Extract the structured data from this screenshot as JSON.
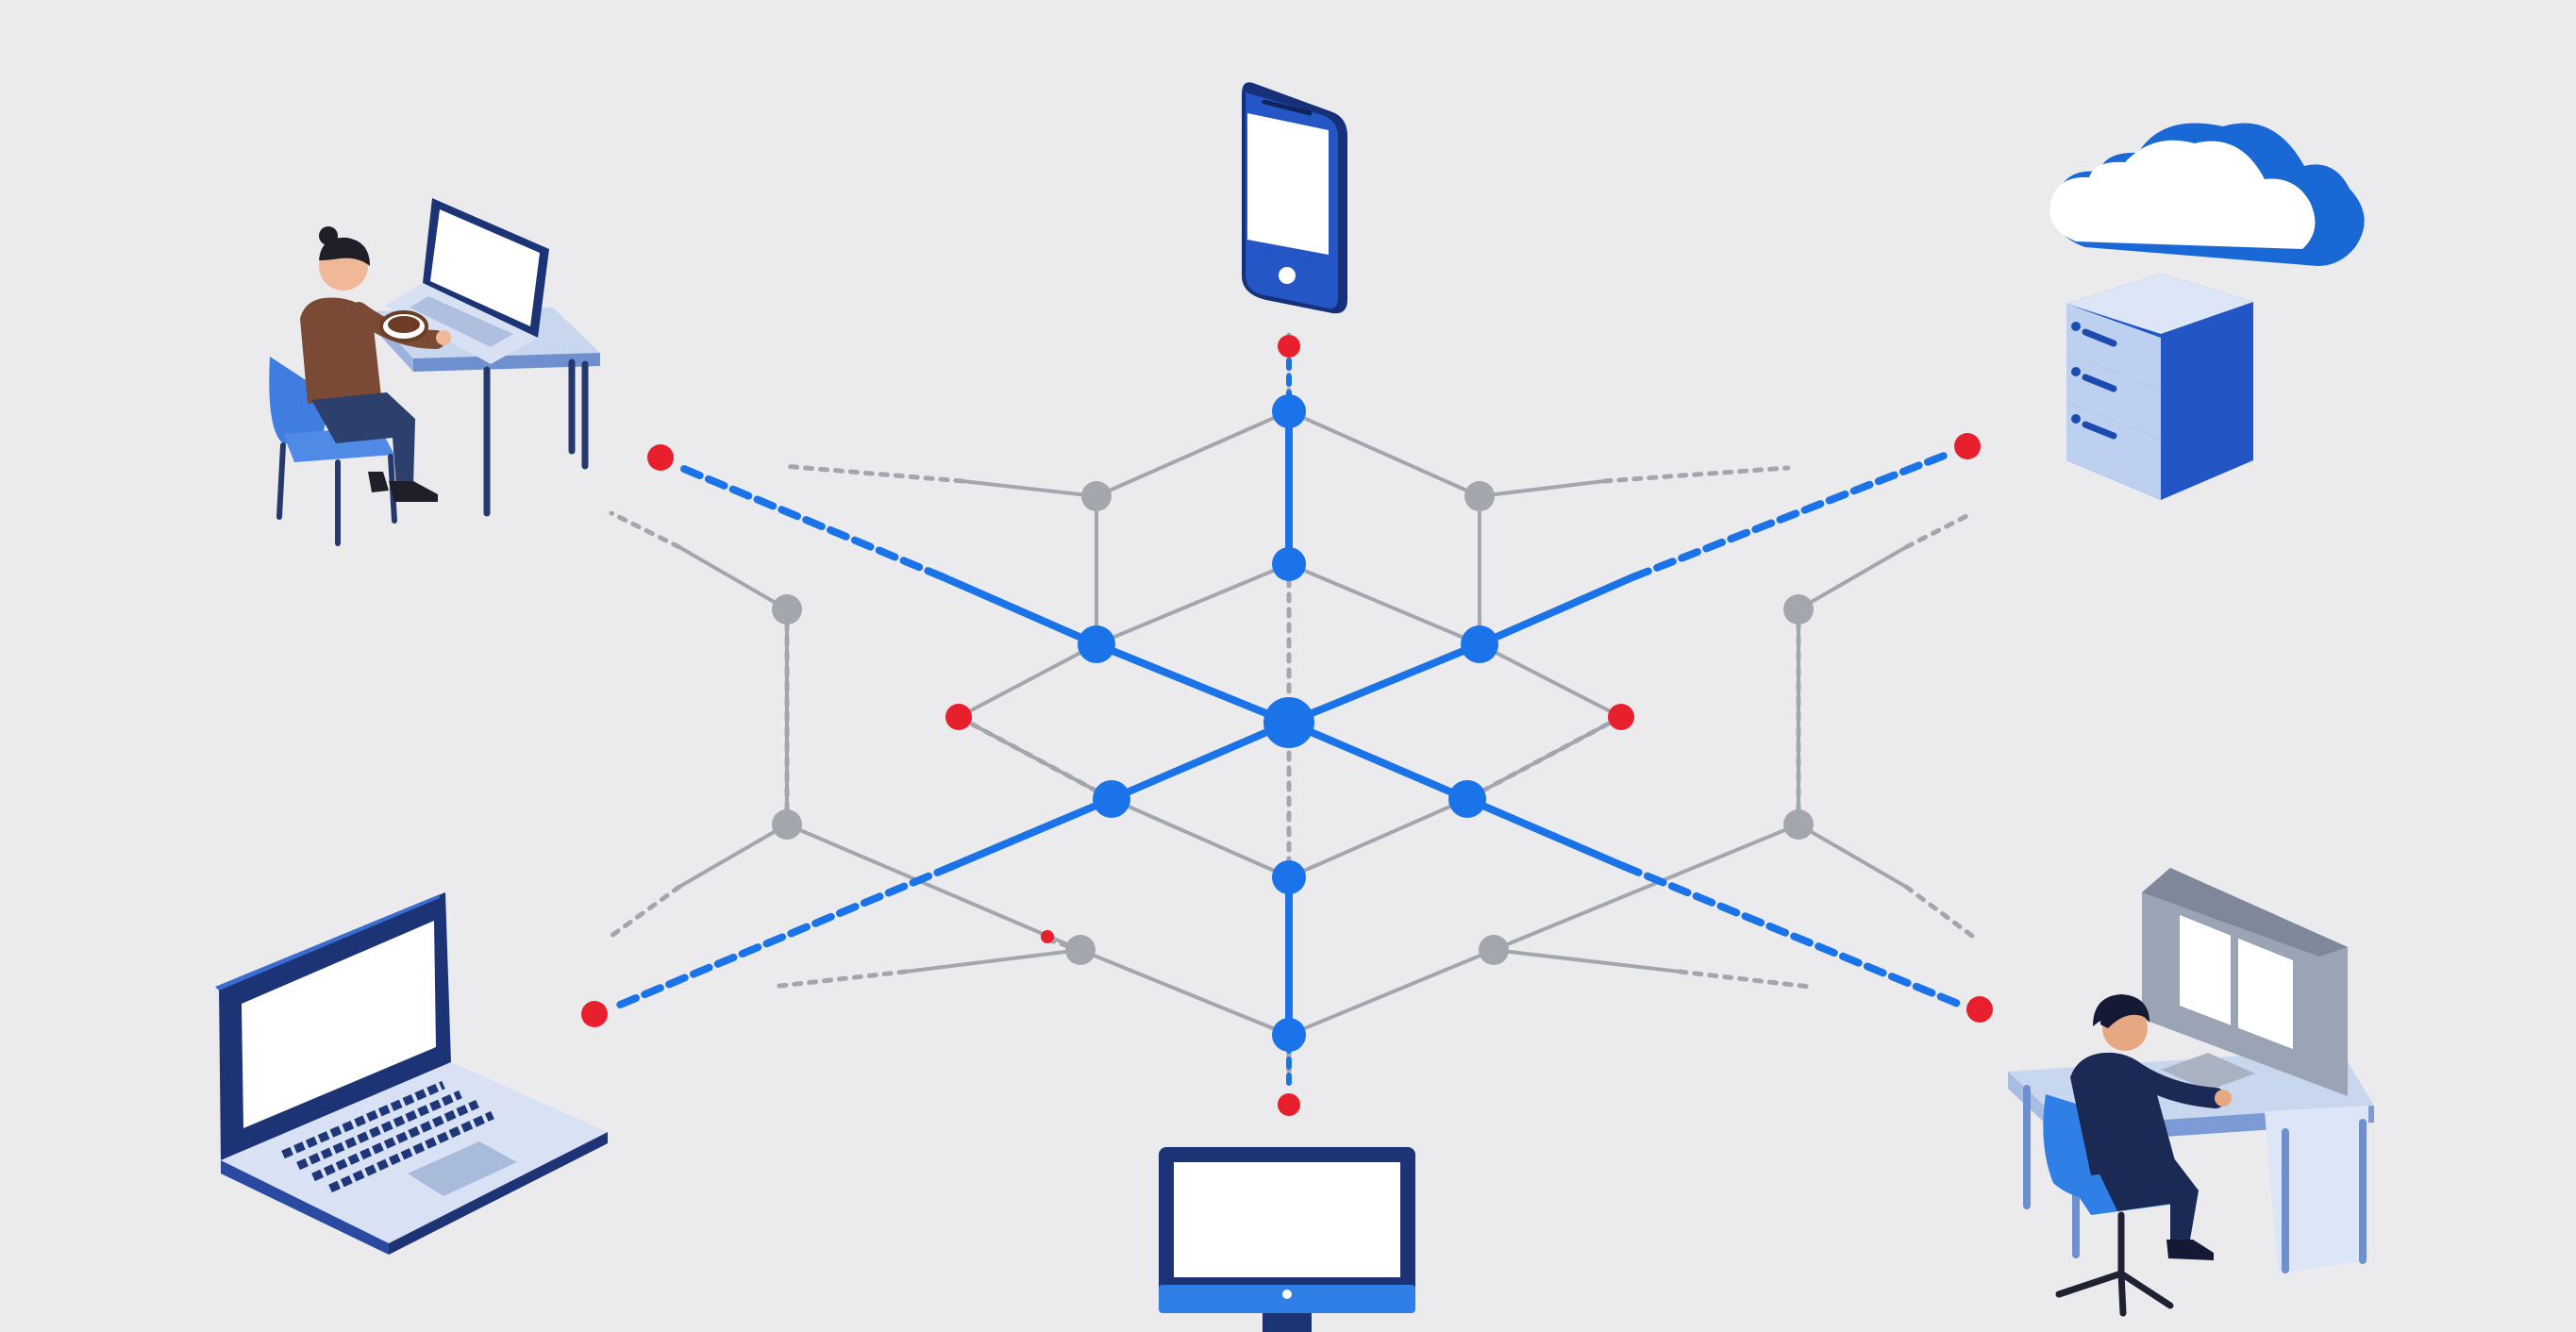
{
  "diagram": {
    "type": "network-topology",
    "hub": "central-node",
    "endpoints": [
      {
        "name": "smartphone",
        "icon": "smartphone-icon"
      },
      {
        "name": "cloud-server",
        "icon": "cloud-server-icon"
      },
      {
        "name": "user-with-laptop",
        "icon": "person-laptop-icon"
      },
      {
        "name": "laptop",
        "icon": "laptop-icon"
      },
      {
        "name": "desktop-monitor",
        "icon": "monitor-icon"
      },
      {
        "name": "user-at-workstation",
        "icon": "person-workstation-icon"
      }
    ],
    "colors": {
      "background": "#ebebed",
      "primary_link": "#1a73e8",
      "secondary_link": "#a3a7ad",
      "endpoint_dot": "#e8202e",
      "device_dark": "#1e3a8a",
      "device_mid": "#2f6fd8",
      "device_light": "#cfdcf3"
    }
  }
}
